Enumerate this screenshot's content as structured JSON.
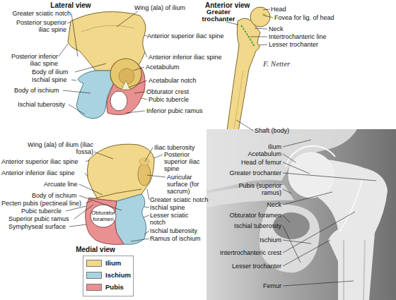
{
  "diagram": {
    "labels": [
      "Lateral view",
      "Greater sciatic notch",
      "Posterior superior iliac spine",
      "Wing (ala) of ilium",
      "Anterior superior iliac spine",
      "Posterior inferior iliac spine",
      "Anterior inferior iliac spine",
      "Body of ilium",
      "Acetabulum",
      "Ischial spine",
      "Acetabular notch",
      "Body of ischium",
      "Obturator crest",
      "Pubic tubercle",
      "Ischial tuberosity",
      "Inferior pubic ramus",
      "Anterior view",
      "Head",
      "Greater trochanter",
      "Fovea for lig. of head",
      "Neck",
      "Intertrochanteric line",
      "Lesser trochanter",
      "Shaft (body)",
      "F. Netter",
      "Wing (ala) of ilium (iliac fossa)",
      "Iliac tuberosity",
      "Posterior superior iliac spine",
      "Anterior superior iliac spine",
      "Auricular surface (for sacrum)",
      "Anterior inferior iliac spine",
      "Arcuate line",
      "Body of ischium",
      "Greater sciatic notch",
      "Pecten pubis (pectineal line)",
      "Ischial spine",
      "Pubic tubercle",
      "Obturator foramen",
      "Lesser sciatic notch",
      "Superior pubic ramus",
      "Symphyseal surface",
      "Ischial tuberosity",
      "Ramus of ischium",
      "Medial view",
      "Ilium",
      "Acetabulum",
      "Head of femur",
      "Greater trochanter",
      "Pubis (superior ramus)",
      "Neck",
      "Obturator foramen",
      "Ischial tuberosity",
      "Ischium",
      "Intertrochanteric crest",
      "Lesser trochanter",
      "Femur"
    ],
    "legend": [
      {
        "text": "Ilium",
        "color": "#f2d88a"
      },
      {
        "text": "Ischium",
        "color": "#a9d3e0"
      },
      {
        "text": "Pubis",
        "color": "#e99090"
      }
    ]
  }
}
